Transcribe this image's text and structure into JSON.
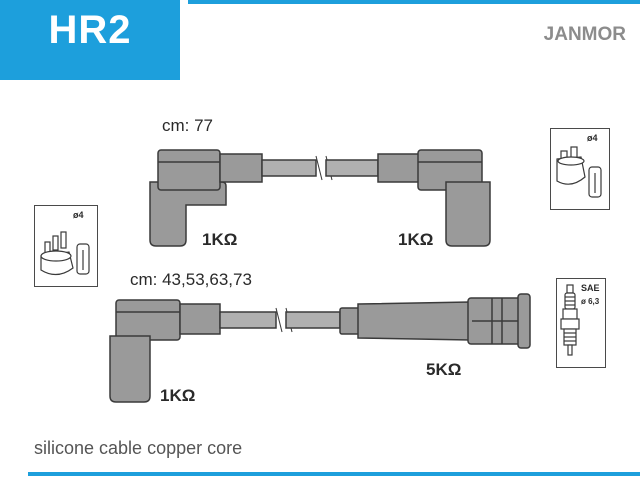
{
  "header": {
    "model": "HR2",
    "brand": "JANMOR"
  },
  "colors": {
    "accent": "#1d9fdc",
    "cable_grey": "#9a9a9a"
  },
  "top_set": {
    "length_label": "cm: 77",
    "left_resistance": "1KΩ",
    "right_resistance": "1KΩ"
  },
  "bottom_set": {
    "length_label": "cm: 43,53,63,73",
    "left_resistance": "1KΩ",
    "right_resistance": "5KΩ"
  },
  "distributor_icon": {
    "label": "ø4",
    "name": "distributor-cap-icon"
  },
  "coil_icon": {
    "label": "ø4",
    "name": "ignition-coil-icon"
  },
  "plug_icon": {
    "standard": "SAE",
    "size": "ø 6,3",
    "name": "spark-plug-icon"
  },
  "footer": {
    "text": "silicone cable copper core"
  }
}
